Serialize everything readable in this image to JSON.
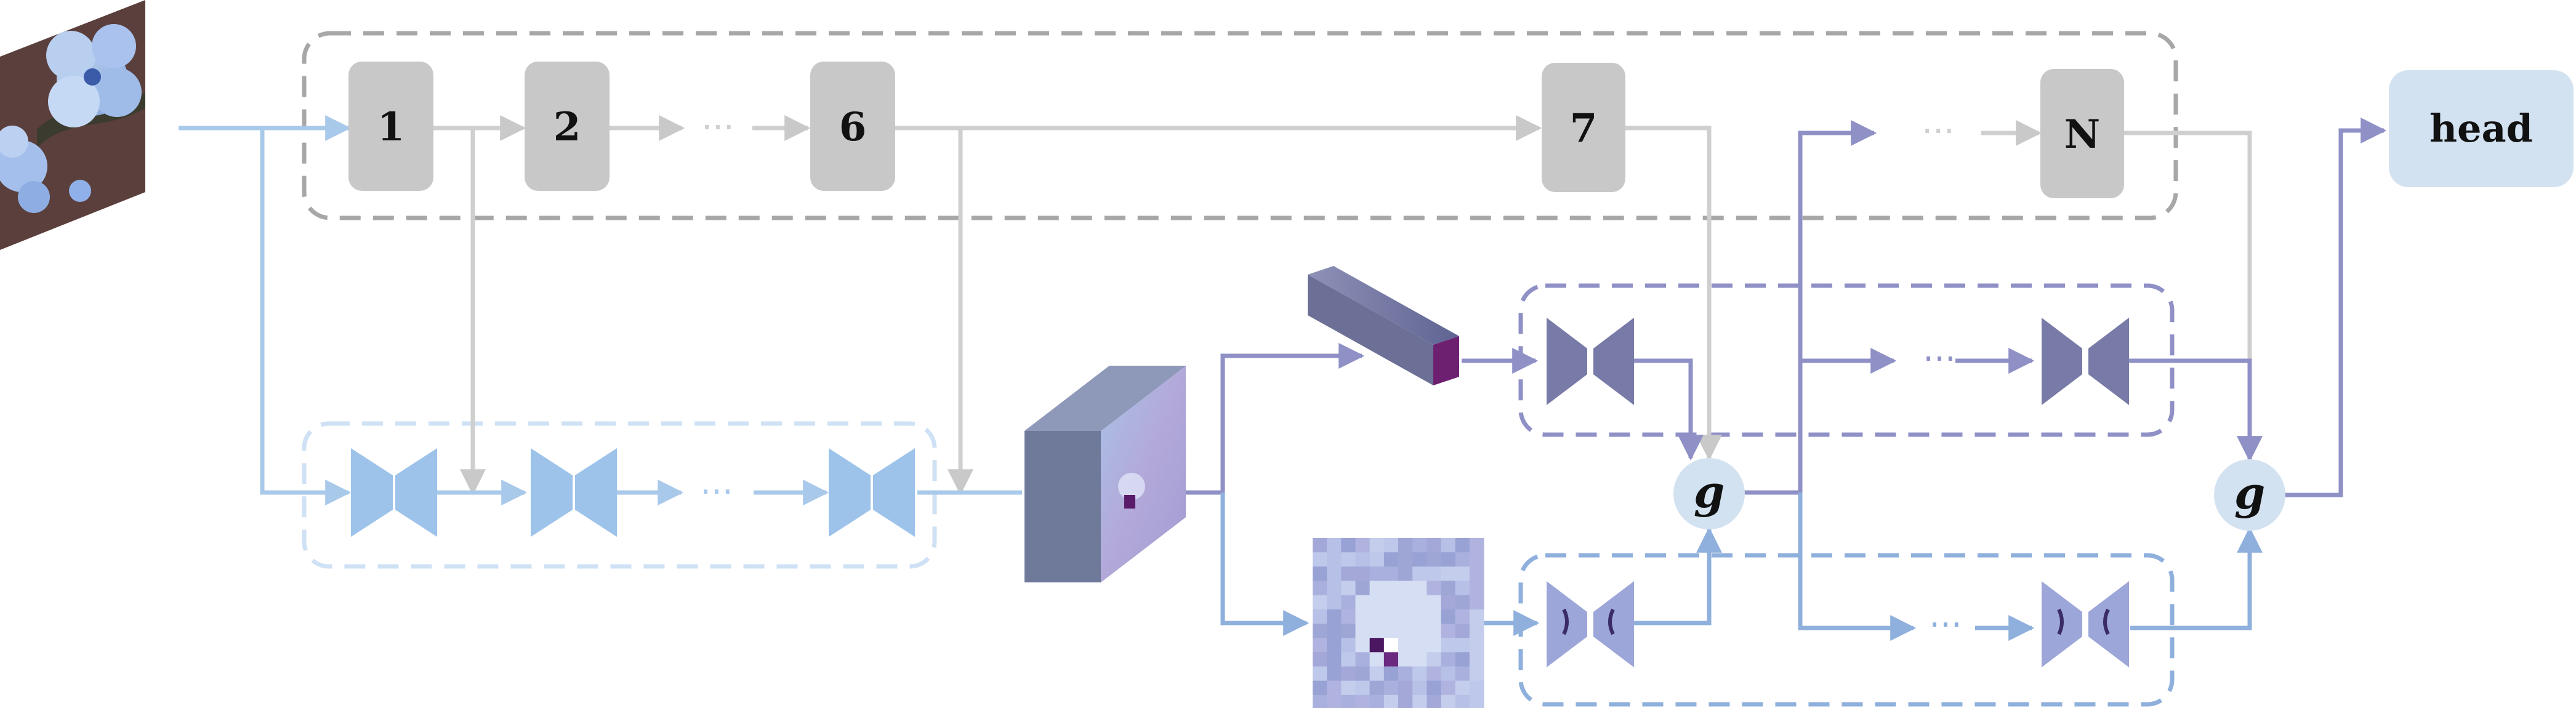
{
  "backbone": {
    "blocks": [
      {
        "label": "1"
      },
      {
        "label": "2"
      },
      {
        "label": "6"
      },
      {
        "label": "7"
      },
      {
        "label": "N"
      }
    ],
    "ellipsis": "···"
  },
  "head": {
    "label": "head"
  },
  "gates": [
    {
      "label": "g"
    },
    {
      "label": "g"
    }
  ],
  "ellipsis": "···",
  "colors": {
    "backbone_gray": "#c8c8c8",
    "backbone_line": "#cfcfcf",
    "light_blue": "#a9c9ea",
    "mid_blue": "#8fb0dc",
    "purple": "#8f90c6",
    "adapter_blue": "#9dc3ea",
    "adapter_purple": "#787aa8",
    "gate_fill": "#d3e2f1",
    "head_fill": "#d3e2f1"
  }
}
